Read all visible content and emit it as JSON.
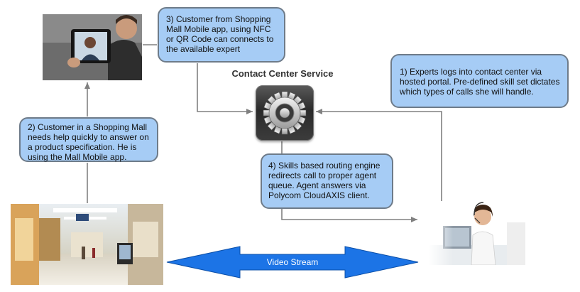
{
  "diagram": {
    "service_title": "Contact Center Service",
    "video_stream_label": "Video Stream",
    "callouts": {
      "step3": "3) Customer from Shopping\nMall Mobile app, using NFC\nor QR Code can connects to\nthe available expert",
      "step2": "2) Customer in a Shopping Mall\nneeds help quickly to answer on\na product specification. He is\nusing the Mall Mobile app.",
      "step1": "1) Experts logs into contact center via\nhosted portal. Pre-defined skill set dictates\nwhich types of calls she will handle.",
      "step4": "4) Skills based routing engine\nredirects call to proper agent\nqueue. Agent answers via\nPolycom CloudAXIS client."
    },
    "colors": {
      "callout_fill": "#a6ccf5",
      "callout_border": "#6e7b89",
      "connector": "#808080",
      "video_arrow": "#1c74e6"
    },
    "icons": {
      "service": "gear-icon",
      "customer_tablet": "tablet-video-call-photo",
      "mall": "shopping-mall-photo",
      "agent": "headset-agent-photo"
    }
  }
}
